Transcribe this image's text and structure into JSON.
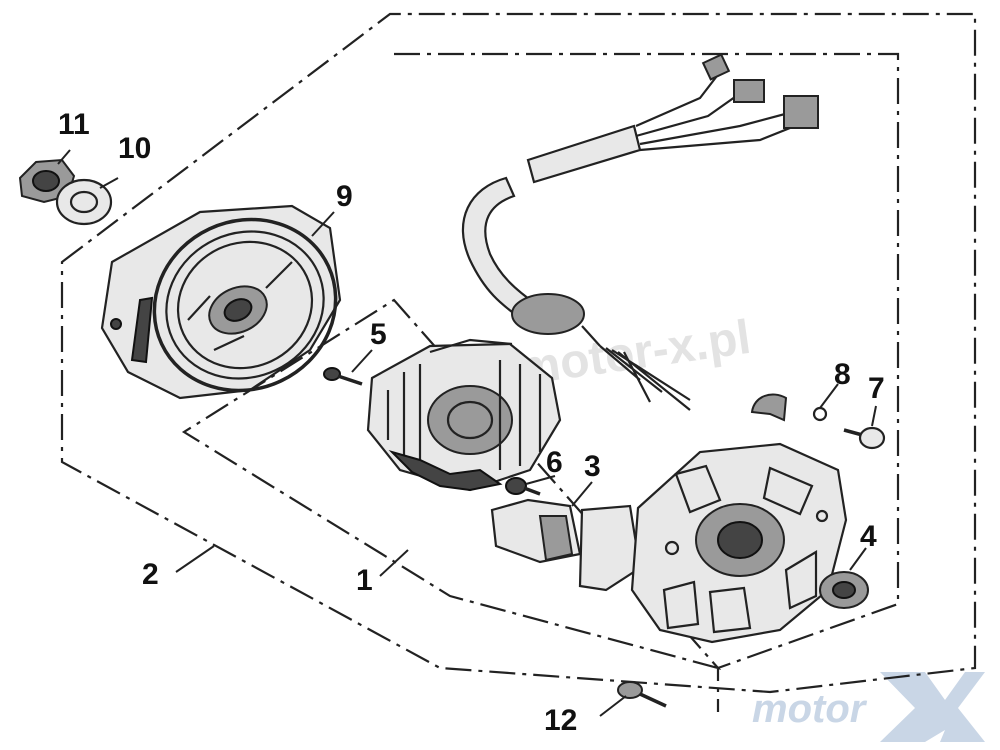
{
  "callouts": {
    "c1": "1",
    "c2": "2",
    "c3": "3",
    "c4": "4",
    "c5": "5",
    "c6": "6",
    "c7": "7",
    "c8": "8",
    "c9": "9",
    "c10": "10",
    "c11": "11",
    "c12": "12"
  },
  "watermark": {
    "site": "motor-x.pl",
    "brand": "motor"
  }
}
